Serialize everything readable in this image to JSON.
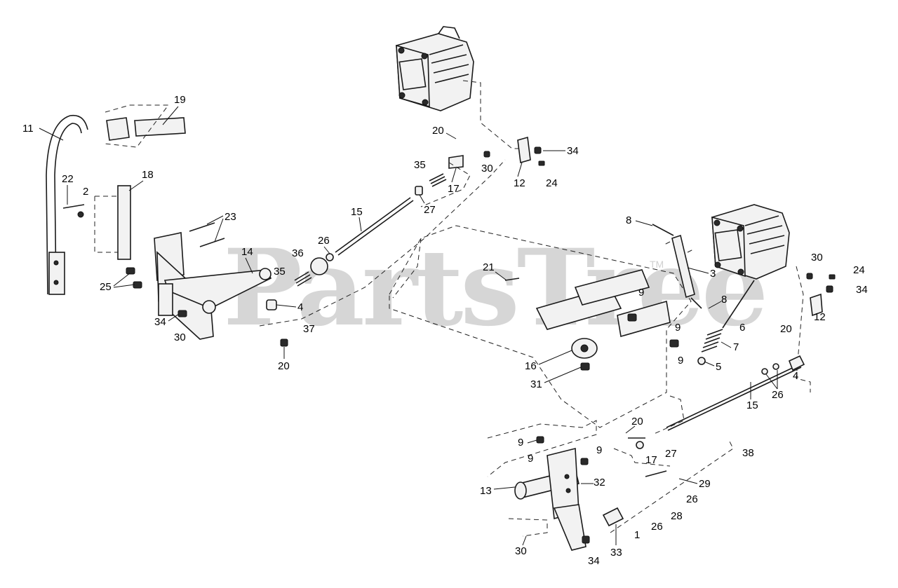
{
  "watermark": {
    "text": "PartsTree",
    "mark": "TM"
  },
  "callouts": [
    "11",
    "19",
    "22",
    "2",
    "18",
    "23",
    "25",
    "14",
    "36",
    "26",
    "35",
    "4",
    "37",
    "34",
    "30",
    "20",
    "20",
    "35",
    "17",
    "27",
    "15",
    "30",
    "12",
    "24",
    "34",
    "8",
    "3",
    "8",
    "21",
    "9",
    "9",
    "9",
    "30",
    "24",
    "34",
    "12",
    "6",
    "7",
    "5",
    "16",
    "31",
    "20",
    "4",
    "26",
    "15",
    "9",
    "9",
    "9",
    "20",
    "17",
    "27",
    "38",
    "13",
    "32",
    "29",
    "26",
    "28",
    "26",
    "1",
    "30",
    "34",
    "33"
  ],
  "colors": {
    "ink": "#1a1a1a",
    "watermark": "#d6d6d6",
    "background": "#ffffff"
  },
  "icons": [
    "hydrostatic-pump-icon",
    "shock-absorber-icon",
    "spring-icon",
    "threaded-rod-icon"
  ]
}
